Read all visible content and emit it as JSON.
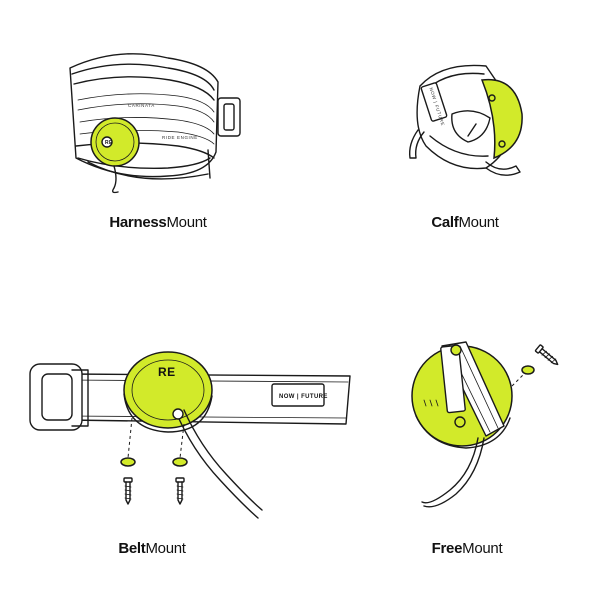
{
  "accent_color": "#d2ea2a",
  "mounts": [
    {
      "id": "harness",
      "bold": "Harness",
      "rest": "Mount"
    },
    {
      "id": "calf",
      "bold": "Calf",
      "rest": "Mount"
    },
    {
      "id": "belt",
      "bold": "Belt",
      "rest": "Mount"
    },
    {
      "id": "free",
      "bold": "Free",
      "rest": "Mount"
    }
  ],
  "device_logo": "RE",
  "belt_tag_text": "NOW | FUTURE",
  "harness_side_text": "RIDE ENGINE",
  "harness_top_text": "CARINATA"
}
